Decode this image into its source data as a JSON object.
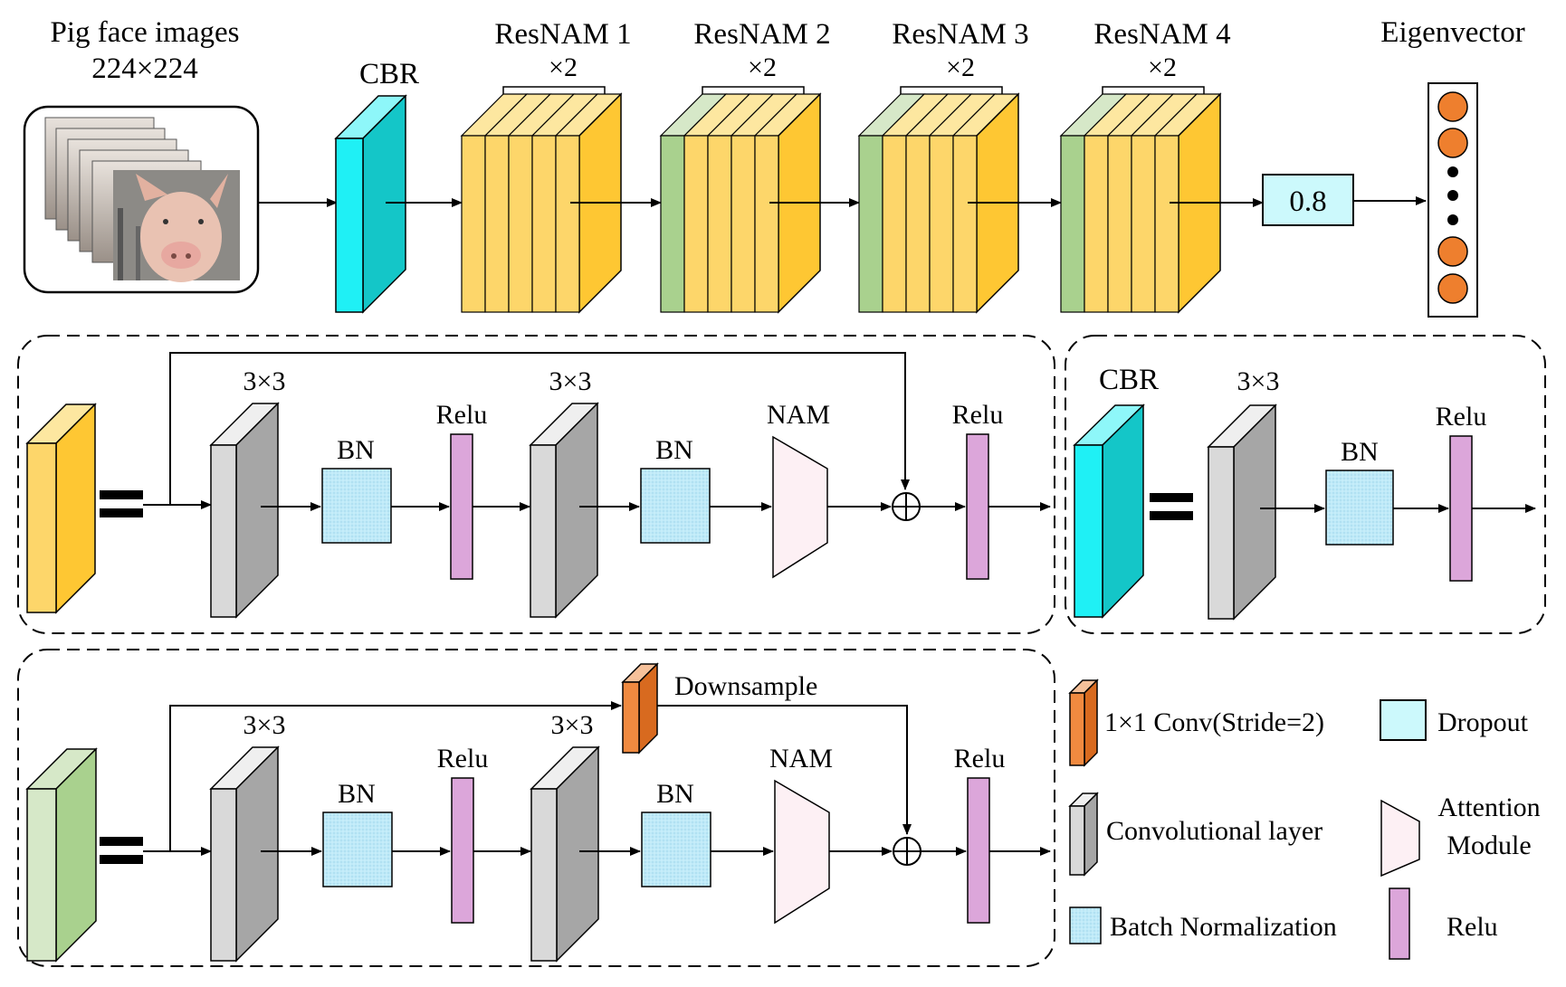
{
  "top": {
    "input_title": "Pig face images",
    "input_size": "224×224",
    "cbr": "CBR",
    "stages": [
      {
        "name": "ResNAM 1",
        "repeat": "×2"
      },
      {
        "name": "ResNAM 2",
        "repeat": "×2"
      },
      {
        "name": "ResNAM 3",
        "repeat": "×2"
      },
      {
        "name": "ResNAM 4",
        "repeat": "×2"
      }
    ],
    "dropout_value": "0.8",
    "output_title": "Eigenvector"
  },
  "block_identity": {
    "conv1_kernel": "3×3",
    "bn1": "BN",
    "relu1": "Relu",
    "conv2_kernel": "3×3",
    "bn2": "BN",
    "nam": "NAM",
    "relu_out": "Relu"
  },
  "cbr_detail": {
    "title": "CBR",
    "conv_kernel": "3×3",
    "bn": "BN",
    "relu": "Relu"
  },
  "block_downsample": {
    "downsample": "Downsample",
    "conv1_kernel": "3×3",
    "bn1": "BN",
    "relu1": "Relu",
    "conv2_kernel": "3×3",
    "bn2": "BN",
    "nam": "NAM",
    "relu_out": "Relu"
  },
  "legend": {
    "conv1x1": "1×1 Conv(Stride=2)",
    "dropout": "Dropout",
    "conv_layer": "Convolutional layer",
    "attention_line1": "Attention",
    "attention_line2": "Module",
    "batchnorm": "Batch Normalization",
    "relu": "Relu"
  },
  "colors": {
    "yellow_front": "#fdd66a",
    "yellow_side": "#fec733",
    "green_front": "#a9d18e",
    "green_top": "#d6e8c8",
    "cyan_front": "#1ff0f5",
    "cyan_side": "#14c6c8",
    "gray_front": "#d9d9d9",
    "gray_side": "#a6a6a6",
    "bn_fill": "#bfeaf8",
    "relu_fill": "#dca6da",
    "nam_fill": "#fdf0f4",
    "orange_front": "#f08a40",
    "dropout_fill": "#ccf9fc",
    "node_fill": "#ee7f2e"
  }
}
